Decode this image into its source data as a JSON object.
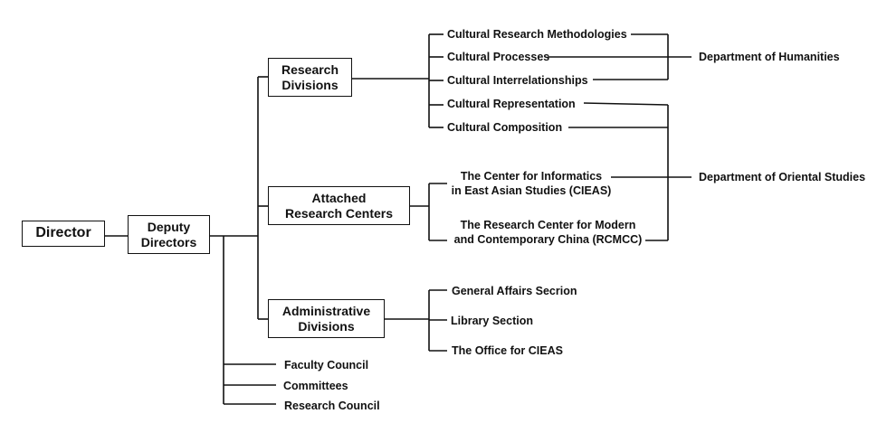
{
  "director": "Director",
  "deputy_directors": "Deputy\nDirectors",
  "divisions": {
    "research": "Research\nDivisions",
    "attached": "Attached\nResearch Centers",
    "administrative": "Administrative\nDivisions"
  },
  "research_items": [
    "Cultural Research Methodologies",
    "Cultural Processes",
    "Cultural Interrelationships",
    "Cultural Representation",
    "Cultural Composition"
  ],
  "centers": [
    "The Center for Informatics\nin East Asian Studies (CIEAS)",
    "The Research Center for Modern\nand Contemporary China (RCMCC)"
  ],
  "admin_items": [
    "General Affairs Secrion",
    "Library Section",
    "The Office for CIEAS"
  ],
  "councils": [
    "Faculty Council",
    "Committees",
    "Research Council"
  ],
  "departments": {
    "humanities": "Department of Humanities",
    "oriental": "Department of Oriental Studies"
  }
}
